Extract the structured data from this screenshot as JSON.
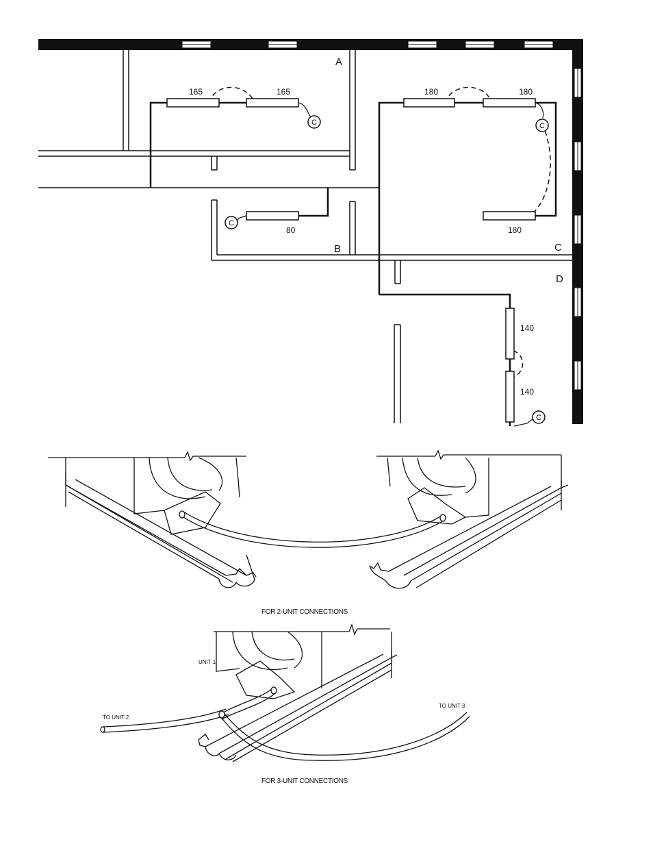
{
  "plan": {
    "rooms": {
      "a": "A",
      "b": "B",
      "c": "C",
      "d": "D"
    },
    "units": {
      "a1": "165",
      "a2": "165",
      "b1": "80",
      "c1": "180",
      "c2": "180",
      "c3": "180",
      "d1": "140",
      "d2": "140"
    },
    "connector_letter": "C"
  },
  "details": {
    "two_unit_caption": "FOR 2-UNIT CONNECTIONS",
    "three_unit_caption": "FOR 3-UNIT CONNECTIONS",
    "unit1_label": "UNIT 1",
    "to_unit2_label": "TO UNIT 2",
    "to_unit3_label": "TO UNIT 3"
  },
  "colors": {
    "ink": "#111111",
    "paper": "#ffffff"
  }
}
